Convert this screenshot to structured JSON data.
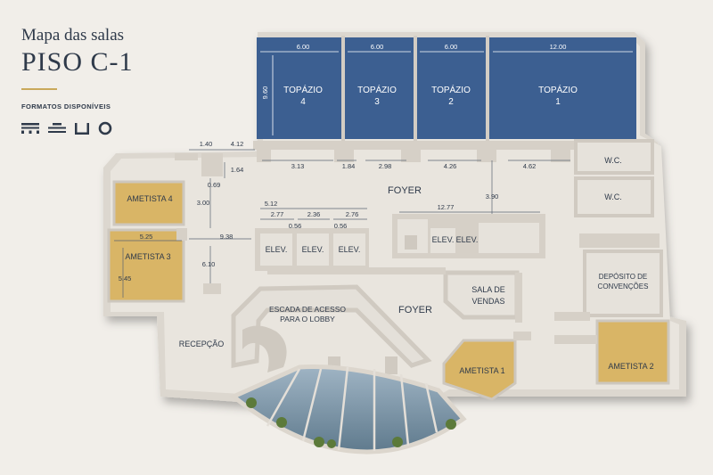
{
  "header": {
    "title": "Mapa das salas",
    "floor": "PISO C-1",
    "formats_label": "FORMATOS DISPONÍVEIS",
    "format_icons": [
      "classroom-icon",
      "theater-icon",
      "u-shape-icon",
      "round-table-icon"
    ]
  },
  "colors": {
    "topazio": "#3c5f91",
    "ametista": "#d9b566",
    "wall": "#ded9d1",
    "floor": "#e9e5de",
    "accent": "#c9a95b"
  },
  "rooms": {
    "topazio4": {
      "name": "TOPÁZIO",
      "num": "4"
    },
    "topazio3": {
      "name": "TOPÁZIO",
      "num": "3"
    },
    "topazio2": {
      "name": "TOPÁZIO",
      "num": "2"
    },
    "topazio1": {
      "name": "TOPÁZIO",
      "num": "1"
    },
    "ametista4": "AMETISTA 4",
    "ametista3": "AMETISTA 3",
    "ametista1": "AMETISTA 1",
    "ametista2": "AMETISTA 2",
    "wc1": "W.C.",
    "wc2": "W.C.",
    "foyer_top": "FOYER",
    "foyer_mid": "FOYER",
    "elev1": "ELEV.",
    "elev2": "ELEV.",
    "elev3": "ELEV.",
    "elev4": "ELEV.",
    "elev5": "ELEV.",
    "sala_vendas_1": "SALA DE",
    "sala_vendas_2": "VENDAS",
    "deposito_1": "DEPÓSITO DE",
    "deposito_2": "CONVENÇÕES",
    "escada_1": "ESCADA DE ACESSO",
    "escada_2": "PARA O LOBBY",
    "recepcao": "RECEPÇÃO"
  },
  "dimensions": {
    "t4_w": "6.00",
    "t3_w": "6.00",
    "t2_w": "6.00",
    "t1_w": "12.00",
    "t_h": "9.60",
    "d140": "1.40",
    "d412": "4.12",
    "d164": "1.64",
    "d069": "0.69",
    "d313": "3.13",
    "d184": "1.84",
    "d298": "2.98",
    "d426": "4.26",
    "d462": "4.62",
    "d390": "3.90",
    "d1277": "12.77",
    "d512": "5.12",
    "d277": "2.77",
    "d236": "2.36",
    "d276": "2.76",
    "d056a": "0.56",
    "d056b": "0.56",
    "d300": "3.00",
    "d938": "9.38",
    "d525": "5.25",
    "d545": "5.45",
    "d610": "6.10"
  }
}
